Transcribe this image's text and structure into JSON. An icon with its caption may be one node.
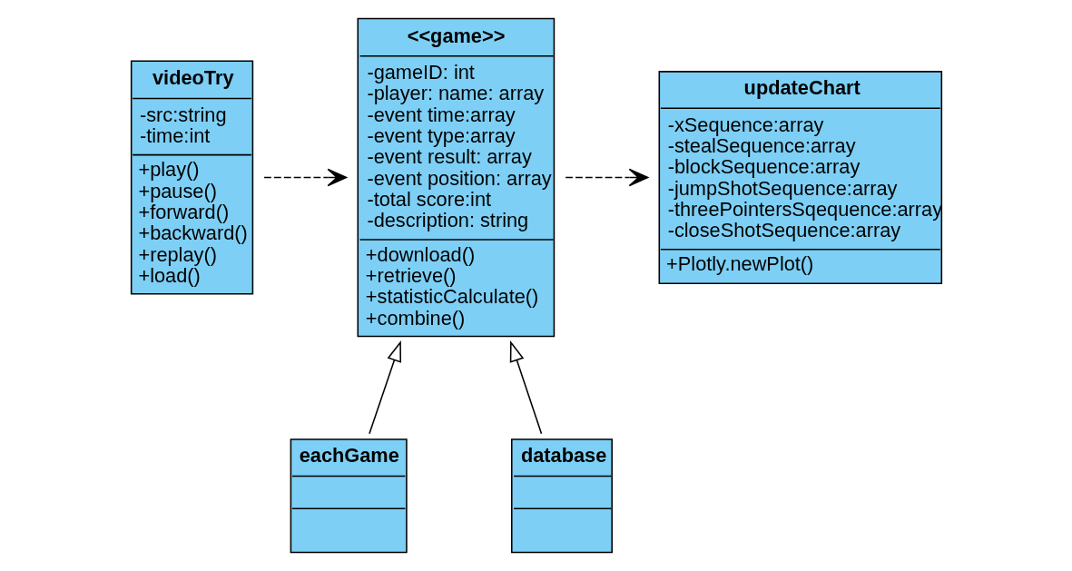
{
  "diagram": {
    "nodes": [
      {
        "text": [
          "videoTry",
          "-src:string",
          "-time:int",
          "+play()",
          "+pause()",
          "+forward()",
          "+backward()",
          "+replay()",
          "+load()"
        ]
      },
      {
        "text": [
          "<<game>>",
          "-gameID: int",
          "-player: name: array",
          "-event time:array",
          "-event type:array",
          "-event result: array",
          "-event position: array",
          "-total score:int",
          "-description: string",
          "+download()",
          "+retrieve()",
          "+statisticCalculate()",
          "+combine()"
        ]
      },
      {
        "text": [
          "updateChart",
          "-xSequence:array",
          "-stealSequence:array",
          "-blockSequence:array",
          "-jumpShotSequence:array",
          "-threePointersSqequence:array",
          "-closeShotSequence:array",
          "+Plotly.newPlot()"
        ]
      },
      {
        "text": [
          "eachGame"
        ]
      },
      {
        "text": [
          "database"
        ]
      }
    ],
    "edges": [
      {
        "from": 0,
        "to": 1,
        "arrow": "to",
        "style": "dashed"
      },
      {
        "from": 1,
        "to": 2,
        "arrow": "to",
        "style": "dashed"
      },
      {
        "from": 3,
        "to": 1,
        "arrow": "to"
      },
      {
        "from": 4,
        "to": 1,
        "arrow": "to"
      }
    ]
  }
}
